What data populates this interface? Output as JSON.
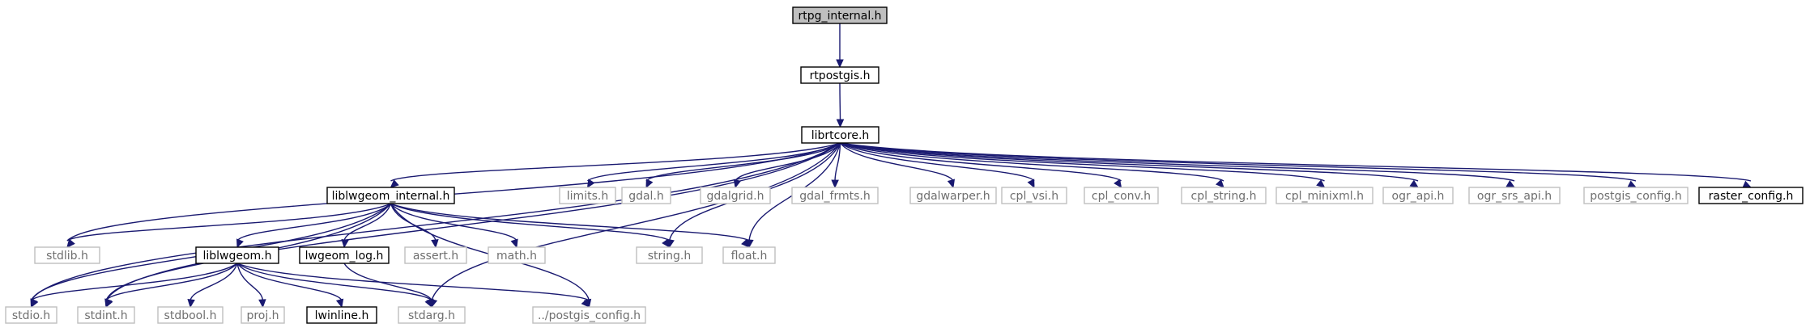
{
  "colors": {
    "edge": "#191970",
    "root_fill": "#bfbfbf",
    "documented_border": "#000000",
    "external_border": "#bfbfbf",
    "external_text": "#6f6f6f",
    "background": "#ffffff"
  },
  "nodes": [
    {
      "id": "rtpg_internal",
      "label": "rtpg_internal.h",
      "kind": "root"
    },
    {
      "id": "rtpostgis",
      "label": "rtpostgis.h",
      "kind": "documented"
    },
    {
      "id": "librtcore",
      "label": "librtcore.h",
      "kind": "documented"
    },
    {
      "id": "liblwgeom_internal",
      "label": "liblwgeom_internal.h",
      "kind": "documented"
    },
    {
      "id": "limits",
      "label": "limits.h",
      "kind": "external"
    },
    {
      "id": "gdal",
      "label": "gdal.h",
      "kind": "external"
    },
    {
      "id": "gdalgrid",
      "label": "gdalgrid.h",
      "kind": "external"
    },
    {
      "id": "gdal_frmts",
      "label": "gdal_frmts.h",
      "kind": "external"
    },
    {
      "id": "gdalwarper",
      "label": "gdalwarper.h",
      "kind": "external"
    },
    {
      "id": "cpl_vsi",
      "label": "cpl_vsi.h",
      "kind": "external"
    },
    {
      "id": "cpl_conv",
      "label": "cpl_conv.h",
      "kind": "external"
    },
    {
      "id": "cpl_string",
      "label": "cpl_string.h",
      "kind": "external"
    },
    {
      "id": "cpl_minixml",
      "label": "cpl_minixml.h",
      "kind": "external"
    },
    {
      "id": "ogr_api",
      "label": "ogr_api.h",
      "kind": "external"
    },
    {
      "id": "ogr_srs_api",
      "label": "ogr_srs_api.h",
      "kind": "external"
    },
    {
      "id": "postgis_config",
      "label": "postgis_config.h",
      "kind": "external"
    },
    {
      "id": "raster_config",
      "label": "raster_config.h",
      "kind": "documented"
    },
    {
      "id": "stdlib",
      "label": "stdlib.h",
      "kind": "external"
    },
    {
      "id": "liblwgeom",
      "label": "liblwgeom.h",
      "kind": "documented"
    },
    {
      "id": "lwgeom_log",
      "label": "lwgeom_log.h",
      "kind": "documented"
    },
    {
      "id": "assert",
      "label": "assert.h",
      "kind": "external"
    },
    {
      "id": "math",
      "label": "math.h",
      "kind": "external"
    },
    {
      "id": "string",
      "label": "string.h",
      "kind": "external"
    },
    {
      "id": "float",
      "label": "float.h",
      "kind": "external"
    },
    {
      "id": "stdio",
      "label": "stdio.h",
      "kind": "external"
    },
    {
      "id": "stdint",
      "label": "stdint.h",
      "kind": "external"
    },
    {
      "id": "stdbool",
      "label": "stdbool.h",
      "kind": "external"
    },
    {
      "id": "proj",
      "label": "proj.h",
      "kind": "external"
    },
    {
      "id": "lwinline",
      "label": "lwinline.h",
      "kind": "documented"
    },
    {
      "id": "stdarg",
      "label": "stdarg.h",
      "kind": "external"
    },
    {
      "id": "postgis_config_rel",
      "label": "../postgis_config.h",
      "kind": "external"
    }
  ],
  "edges": [
    [
      "rtpg_internal",
      "rtpostgis"
    ],
    [
      "rtpostgis",
      "librtcore"
    ],
    [
      "librtcore",
      "liblwgeom_internal"
    ],
    [
      "librtcore",
      "limits"
    ],
    [
      "librtcore",
      "gdal"
    ],
    [
      "librtcore",
      "gdalgrid"
    ],
    [
      "librtcore",
      "gdal_frmts"
    ],
    [
      "librtcore",
      "gdalwarper"
    ],
    [
      "librtcore",
      "cpl_vsi"
    ],
    [
      "librtcore",
      "cpl_conv"
    ],
    [
      "librtcore",
      "cpl_string"
    ],
    [
      "librtcore",
      "cpl_minixml"
    ],
    [
      "librtcore",
      "ogr_api"
    ],
    [
      "librtcore",
      "ogr_srs_api"
    ],
    [
      "librtcore",
      "postgis_config"
    ],
    [
      "librtcore",
      "raster_config"
    ],
    [
      "librtcore",
      "stdlib"
    ],
    [
      "librtcore",
      "stdio"
    ],
    [
      "librtcore",
      "stdint"
    ],
    [
      "librtcore",
      "string"
    ],
    [
      "librtcore",
      "float"
    ],
    [
      "librtcore",
      "stdarg"
    ],
    [
      "liblwgeom_internal",
      "stdlib"
    ],
    [
      "liblwgeom_internal",
      "liblwgeom"
    ],
    [
      "liblwgeom_internal",
      "lwgeom_log"
    ],
    [
      "liblwgeom_internal",
      "assert"
    ],
    [
      "liblwgeom_internal",
      "math"
    ],
    [
      "liblwgeom_internal",
      "string"
    ],
    [
      "liblwgeom_internal",
      "float"
    ],
    [
      "liblwgeom_internal",
      "stdio"
    ],
    [
      "liblwgeom_internal",
      "stdint"
    ],
    [
      "liblwgeom_internal",
      "postgis_config_rel"
    ],
    [
      "liblwgeom",
      "stdio"
    ],
    [
      "liblwgeom",
      "stdint"
    ],
    [
      "liblwgeom",
      "stdbool"
    ],
    [
      "liblwgeom",
      "proj"
    ],
    [
      "liblwgeom",
      "lwinline"
    ],
    [
      "liblwgeom",
      "stdarg"
    ],
    [
      "liblwgeom",
      "postgis_config_rel"
    ],
    [
      "lwgeom_log",
      "stdarg"
    ]
  ]
}
